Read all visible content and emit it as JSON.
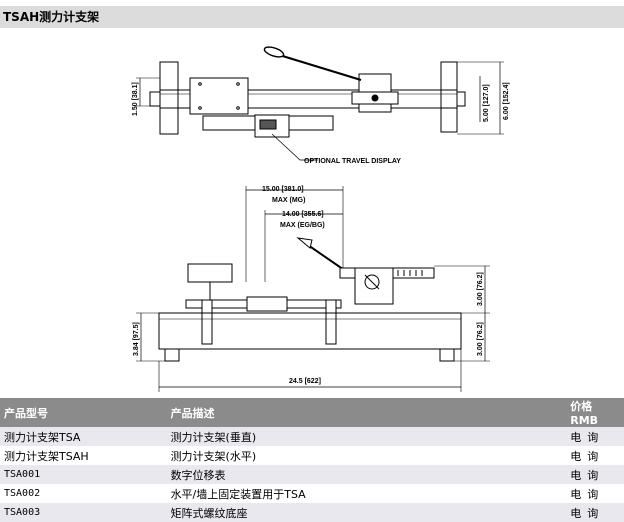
{
  "page": {
    "title": "TSAH测力计支架"
  },
  "drawing": {
    "top_view": {
      "label_height_left": "1.50 [38.1]",
      "label_height_mid": "5.00 [127.0]",
      "label_height_right": "6.00 [152.4]",
      "callout": "OPTIONAL TRAVEL DISPLAY"
    },
    "side_view": {
      "dim_max_mg": "15.00 [381.0]",
      "dim_max_mg_label": "MAX (MG)",
      "dim_max_egbg": "14.00 [355.6]",
      "dim_max_egbg_label": "MAX (EG/BG)",
      "dim_height_right": "3.00 [76.2]",
      "dim_height_left": "3.84 [97.5]",
      "dim_base_right": "3.00 [76.2]",
      "dim_length": "24.5 [622]"
    }
  },
  "table": {
    "headers": [
      "产品型号",
      "产品描述",
      "价格RMB"
    ],
    "rows": [
      {
        "model": "测力计支架TSA",
        "desc": "测力计支架(垂直)",
        "price": "电询"
      },
      {
        "model": "测力计支架TSAH",
        "desc": "测力计支架(水平)",
        "price": "电询"
      },
      {
        "model": "TSA001",
        "desc": "数字位移表",
        "price": "电询"
      },
      {
        "model": "TSA002",
        "desc": "水平/墙上固定装置用于TSA",
        "price": "电询"
      },
      {
        "model": "TSA003",
        "desc": "矩阵式螺纹底座",
        "price": "电询"
      }
    ]
  }
}
